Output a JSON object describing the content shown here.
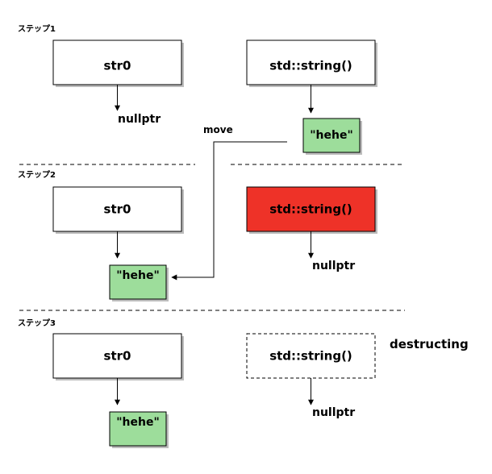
{
  "steps": [
    {
      "label": "ステップ1",
      "left_box": "str0",
      "left_value": "nullptr",
      "right_box": "std::string()",
      "right_value": "\"hehe\""
    },
    {
      "label": "ステップ2",
      "left_box": "str0",
      "left_value": "\"hehe\"",
      "right_box": "std::string()",
      "right_value": "nullptr",
      "transfer_label": "move"
    },
    {
      "label": "ステップ3",
      "left_box": "str0",
      "left_value": "\"hehe\"",
      "right_box": "std::string()",
      "right_value": "nullptr",
      "right_note": "destructing"
    }
  ],
  "colors": {
    "string_value_fill": "#9ddd9b",
    "moved_from_fill": "#ee3228",
    "box_border": "#000000",
    "shadow": "#bdbdbd"
  }
}
